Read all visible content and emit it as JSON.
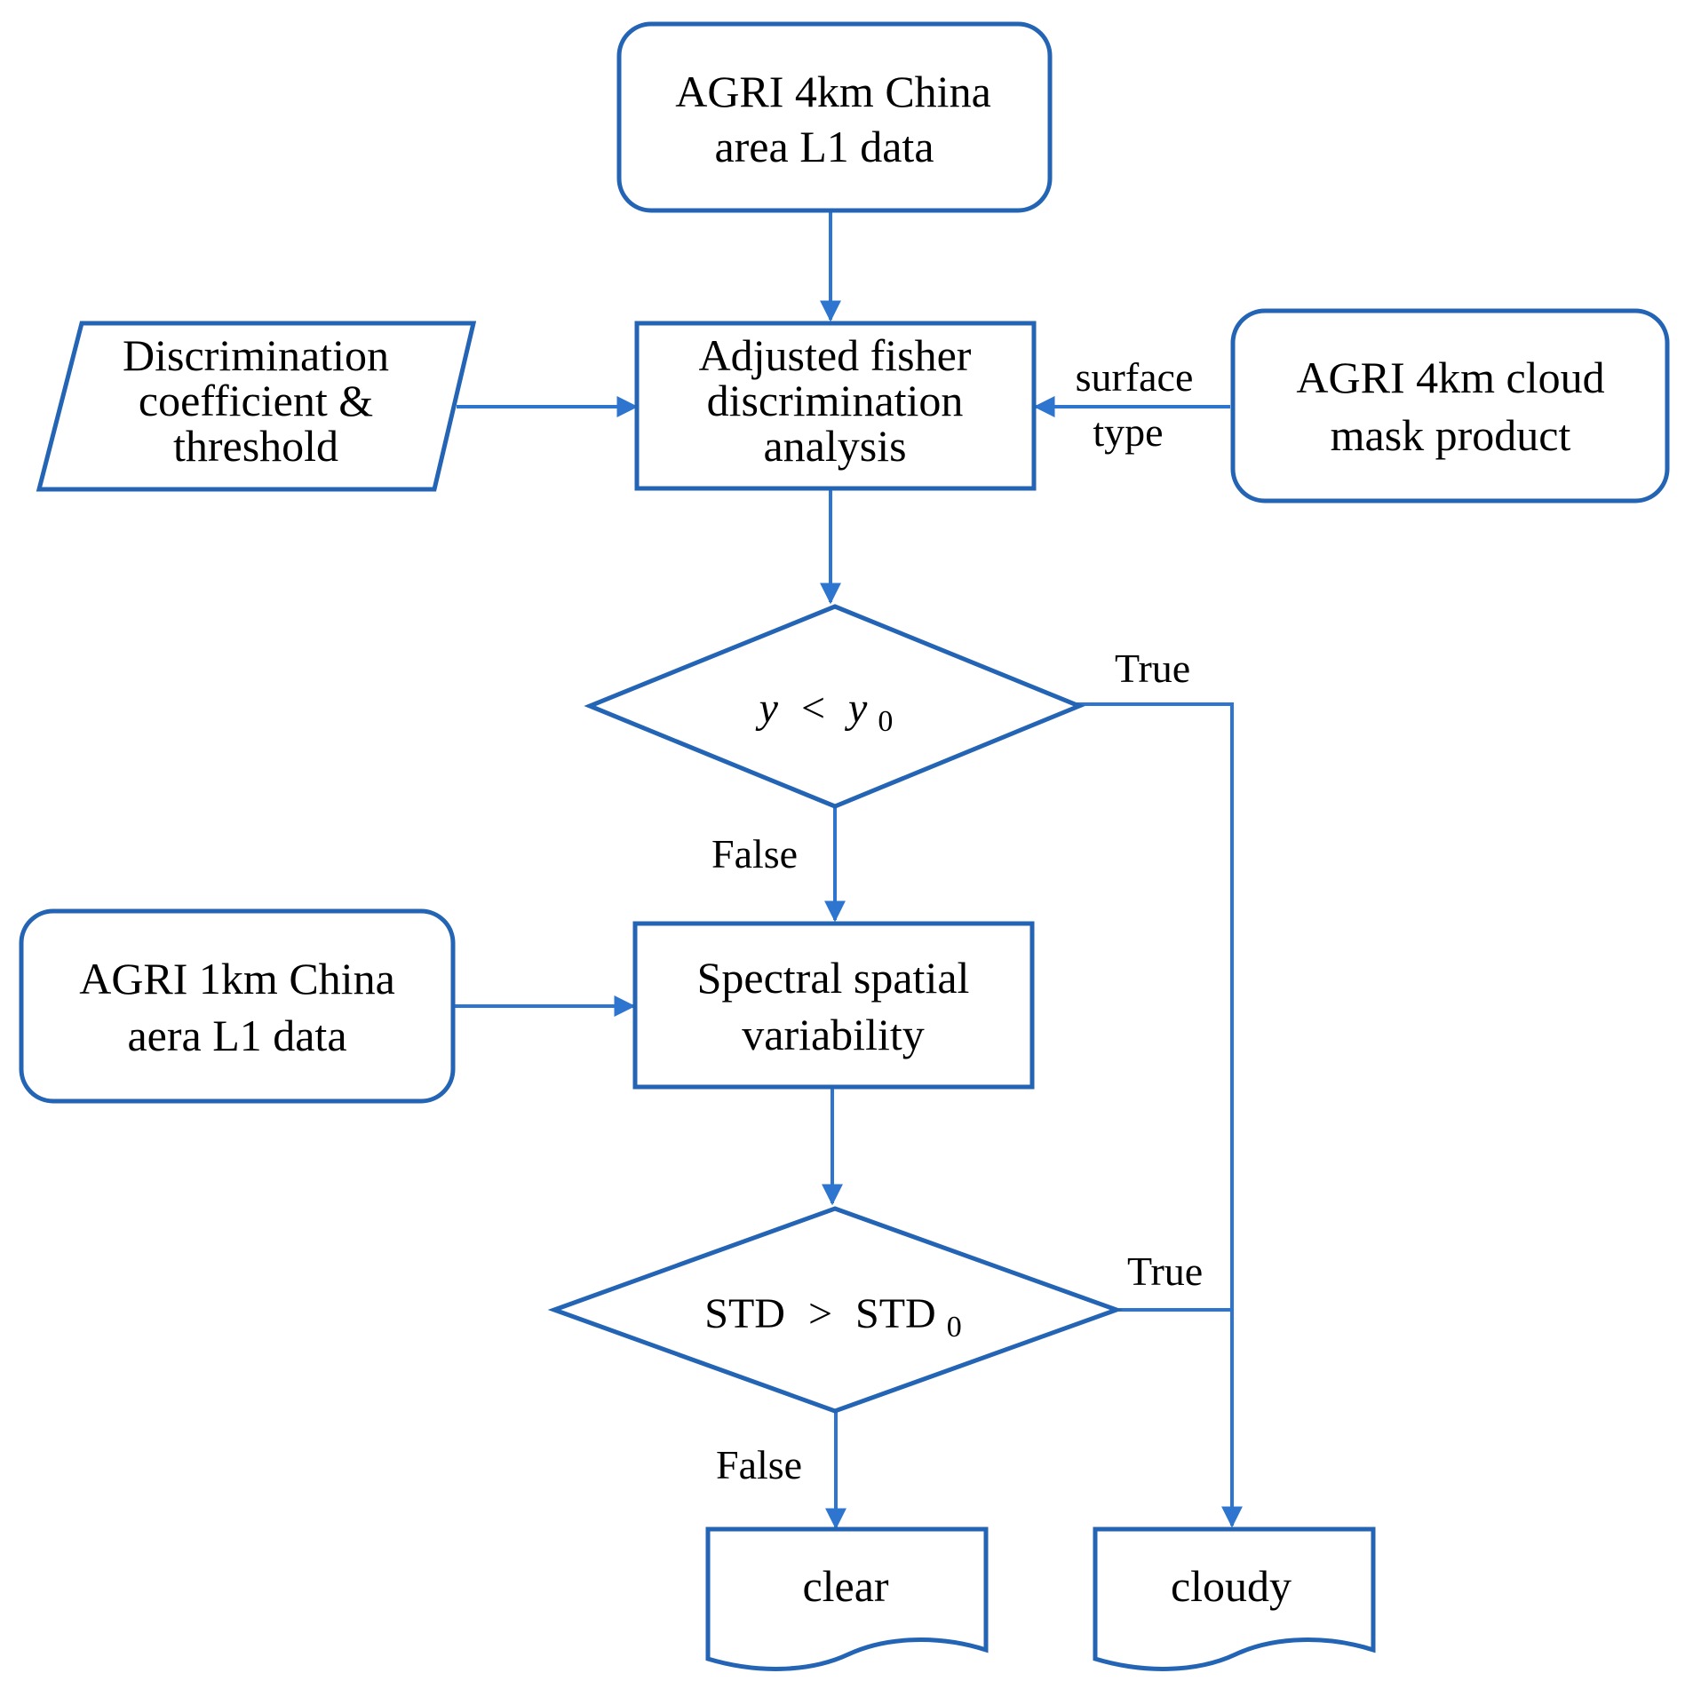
{
  "nodes": {
    "agri_4km_l1": {
      "lines": [
        "AGRI 4km China",
        "area L1 data"
      ]
    },
    "discrimination_coef": {
      "lines": [
        "Discrimination",
        "coefficient &",
        "threshold"
      ]
    },
    "fisher_analysis": {
      "lines": [
        "Adjusted fisher",
        "discrimination",
        "analysis"
      ]
    },
    "cloud_mask": {
      "lines": [
        "AGRI 4km cloud",
        "mask product"
      ]
    },
    "decision_y": {
      "lhs": "y",
      "op": "<",
      "rhs": "y",
      "rhs_sub": "0"
    },
    "agri_1km_l1": {
      "lines": [
        "AGRI 1km China",
        "aera L1 data"
      ]
    },
    "spectral_variability": {
      "lines": [
        "Spectral spatial",
        "variability"
      ]
    },
    "decision_std": {
      "lhs": "STD",
      "op": ">",
      "rhs": "STD",
      "rhs_sub": "0"
    },
    "clear": {
      "label": "clear"
    },
    "cloudy": {
      "label": "cloudy"
    }
  },
  "edge_labels": {
    "surface_type": [
      "surface",
      "type"
    ],
    "true_1": "True",
    "false_1": "False",
    "true_2": "True",
    "false_2": "False"
  },
  "colors": {
    "stroke": "#2464b4",
    "arrow": "#2e75cf"
  }
}
